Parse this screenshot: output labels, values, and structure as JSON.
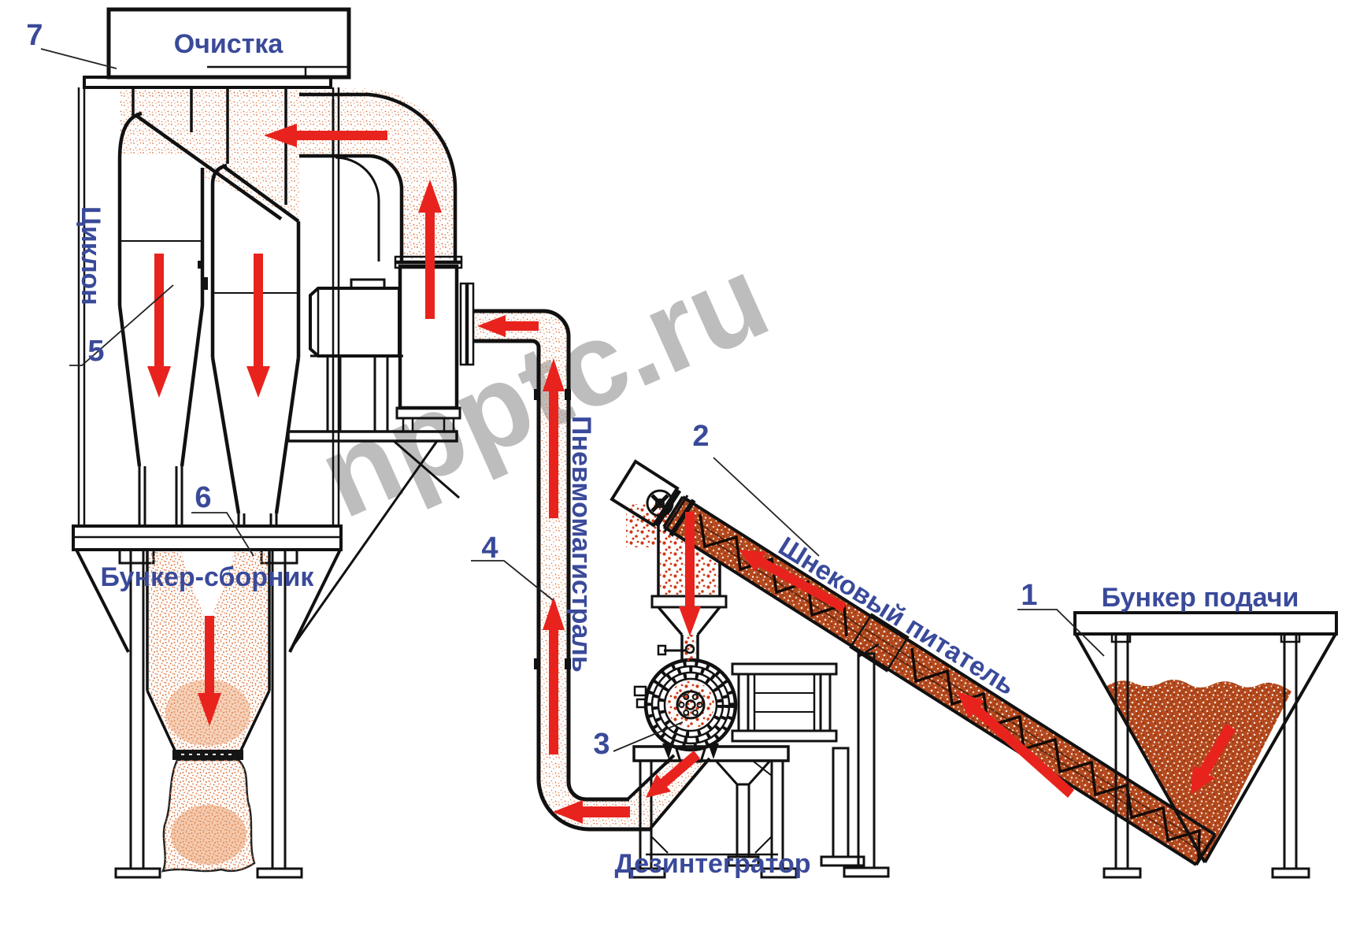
{
  "watermark": "npptc.ru",
  "labels": {
    "cleaning": "Очистка",
    "cyclone": "Циклон",
    "collection_hopper": "Бункер-сборник",
    "pneumatic_line": "Пневмомагистраль",
    "screw_feeder": "Шнековый питатель",
    "feed_hopper": "Бункер подачи",
    "disintegrator": "Дезинтегратор"
  },
  "callouts": {
    "feed_hopper": "1",
    "screw_feeder": "2",
    "disintegrator": "3",
    "pneumatic_line": "4",
    "cyclone": "5",
    "collection_hopper": "6",
    "cleaning": "7"
  },
  "colors": {
    "label_blue": "#3a4a9a",
    "arrow_red": "#e8231d",
    "dust_orange": "#dd7140",
    "material_rust": "#b54a1e",
    "watermark_gray": "#b6b6b6",
    "line_black": "#111111"
  }
}
